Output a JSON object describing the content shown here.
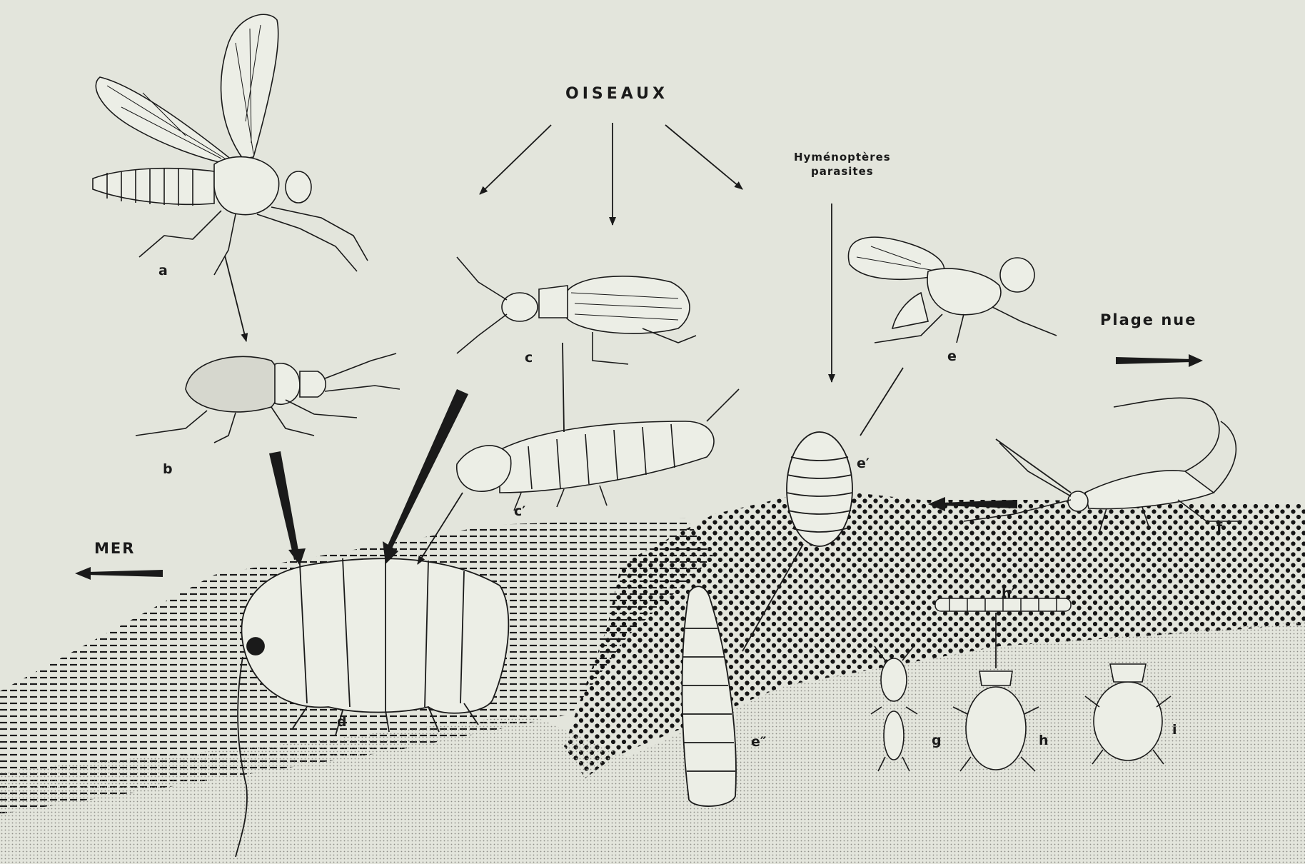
{
  "labels": {
    "title": "OISEAUX",
    "parasites_line1": "Hyménoptères",
    "parasites_line2": "parasites",
    "plage": "Plage nue",
    "mer": "MER"
  },
  "organisms": [
    {
      "id": "a",
      "label": "a"
    },
    {
      "id": "b",
      "label": "b"
    },
    {
      "id": "c",
      "label": "c"
    },
    {
      "id": "c_prime",
      "label": "c′"
    },
    {
      "id": "d",
      "label": "d"
    },
    {
      "id": "e",
      "label": "e"
    },
    {
      "id": "e_prime",
      "label": "e′"
    },
    {
      "id": "e_second",
      "label": "e″"
    },
    {
      "id": "f",
      "label": "f"
    },
    {
      "id": "g",
      "label": "g"
    },
    {
      "id": "h",
      "label": "h"
    },
    {
      "id": "h_prime",
      "label": "h′"
    },
    {
      "id": "i",
      "label": "i"
    }
  ],
  "colors": {
    "background": "#e3e5dc",
    "ink": "#1a1a1a",
    "sand_fine": "#8c8c86",
    "sand_coarse": "#141414"
  }
}
